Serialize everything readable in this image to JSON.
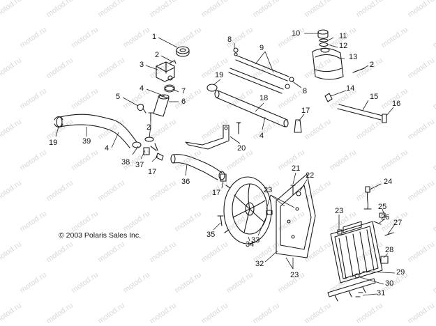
{
  "copyright": "© 2003 Polaris Sales Inc.",
  "watermark_text": "motod.ru",
  "colors": {
    "line": "#1a1a1a",
    "watermark": "#d8d8d8",
    "background": "#ffffff"
  },
  "callouts": [
    "1",
    "2",
    "3",
    "4",
    "5",
    "6",
    "7",
    "8",
    "9",
    "10",
    "11",
    "12",
    "13",
    "14",
    "15",
    "16",
    "17",
    "18",
    "19",
    "20",
    "21",
    "22",
    "23",
    "24",
    "25",
    "26",
    "27",
    "28",
    "29",
    "30",
    "31",
    "32",
    "33",
    "34",
    "35",
    "36",
    "37",
    "38",
    "39"
  ]
}
